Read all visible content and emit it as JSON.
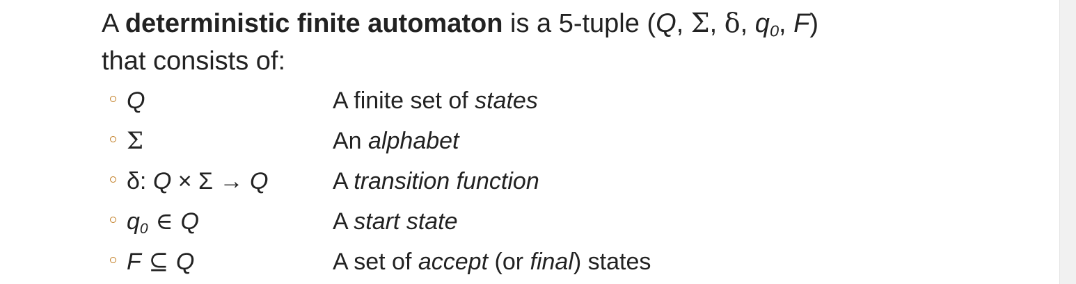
{
  "intro": {
    "article": "A",
    "term": "deterministic finite automaton",
    "middle": "is a 5-tuple (",
    "tuple_q": "Q",
    "comma1": ", ",
    "tuple_sigma": "Σ",
    "comma2": ", ",
    "tuple_delta": "δ",
    "comma3": ", ",
    "tuple_q0_base": "q",
    "tuple_q0_sub": "0",
    "comma4": ", ",
    "tuple_f": "F",
    "close": ")",
    "line2": "that consists of:"
  },
  "components": [
    {
      "symbol_a": "Q",
      "symbol_b": "",
      "symbol_c": "",
      "desc_pre": "A finite set of ",
      "desc_ital": "states",
      "desc_mid": "",
      "desc_ital2": "",
      "desc_post": ""
    },
    {
      "symbol_a": "Σ",
      "symbol_b": "",
      "symbol_c": "",
      "desc_pre": "An ",
      "desc_ital": "alphabet",
      "desc_mid": "",
      "desc_ital2": "",
      "desc_post": ""
    },
    {
      "symbol_a": "δ: ",
      "symbol_b": "Q",
      "symbol_c": " × Σ → ",
      "symbol_d": "Q",
      "desc_pre": "A ",
      "desc_ital": "transition function",
      "desc_mid": "",
      "desc_ital2": "",
      "desc_post": ""
    },
    {
      "symbol_a": "q",
      "symbol_sub": "0",
      "symbol_c": " ∈ ",
      "symbol_d": "Q",
      "desc_pre": "A ",
      "desc_ital": "start state",
      "desc_mid": "",
      "desc_ital2": "",
      "desc_post": ""
    },
    {
      "symbol_a": "F",
      "symbol_c": " ⊆ ",
      "symbol_d": "Q",
      "desc_pre": "A set of ",
      "desc_ital": "accept",
      "desc_mid": " (or ",
      "desc_ital2": "final",
      "desc_post": ") states"
    }
  ],
  "colors": {
    "bullet": "#c07a1e",
    "text": "#222222"
  }
}
